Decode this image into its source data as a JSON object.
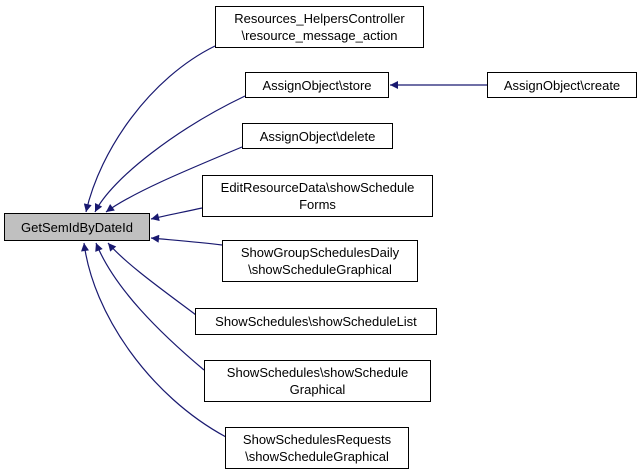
{
  "diagram": {
    "type": "call-graph",
    "description": "Doxygen caller graph: functions on the right call GetSemIdByDateId; arrows point from callers to the callee.",
    "colors": {
      "edge": "#191970",
      "node_border": "#000000",
      "node_fill": "#ffffff",
      "highlight_node_fill": "#c0c0c0",
      "background": "#ffffff",
      "text": "#000000"
    },
    "nodes": [
      {
        "id": "GetSemIdByDateId",
        "lines": [
          "GetSemIdByDateId"
        ],
        "highlighted": true
      },
      {
        "id": "Resources_HelpersController\\resource_message_action",
        "lines": [
          "Resources_HelpersController",
          "\\resource_message_action"
        ],
        "highlighted": false
      },
      {
        "id": "AssignObject\\store",
        "lines": [
          "AssignObject\\store"
        ],
        "highlighted": false
      },
      {
        "id": "AssignObject\\create",
        "lines": [
          "AssignObject\\create"
        ],
        "highlighted": false
      },
      {
        "id": "AssignObject\\delete",
        "lines": [
          "AssignObject\\delete"
        ],
        "highlighted": false
      },
      {
        "id": "EditResourceData\\showScheduleForms",
        "lines": [
          "EditResourceData\\showSchedule",
          "Forms"
        ],
        "highlighted": false
      },
      {
        "id": "ShowGroupSchedulesDaily\\showScheduleGraphical",
        "lines": [
          "ShowGroupSchedulesDaily",
          "\\showScheduleGraphical"
        ],
        "highlighted": false
      },
      {
        "id": "ShowSchedules\\showScheduleList",
        "lines": [
          "ShowSchedules\\showScheduleList"
        ],
        "highlighted": false
      },
      {
        "id": "ShowSchedules\\showScheduleGraphical",
        "lines": [
          "ShowSchedules\\showSchedule",
          "Graphical"
        ],
        "highlighted": false
      },
      {
        "id": "ShowSchedulesRequests\\showScheduleGraphical",
        "lines": [
          "ShowSchedulesRequests",
          "\\showScheduleGraphical"
        ],
        "highlighted": false
      }
    ],
    "edges": [
      {
        "from": "Resources_HelpersController\\resource_message_action",
        "to": "GetSemIdByDateId"
      },
      {
        "from": "AssignObject\\store",
        "to": "GetSemIdByDateId"
      },
      {
        "from": "AssignObject\\create",
        "to": "AssignObject\\store"
      },
      {
        "from": "AssignObject\\delete",
        "to": "GetSemIdByDateId"
      },
      {
        "from": "EditResourceData\\showScheduleForms",
        "to": "GetSemIdByDateId"
      },
      {
        "from": "ShowGroupSchedulesDaily\\showScheduleGraphical",
        "to": "GetSemIdByDateId"
      },
      {
        "from": "ShowSchedules\\showScheduleList",
        "to": "GetSemIdByDateId"
      },
      {
        "from": "ShowSchedules\\showScheduleGraphical",
        "to": "GetSemIdByDateId"
      },
      {
        "from": "ShowSchedulesRequests\\showScheduleGraphical",
        "to": "GetSemIdByDateId"
      }
    ]
  }
}
